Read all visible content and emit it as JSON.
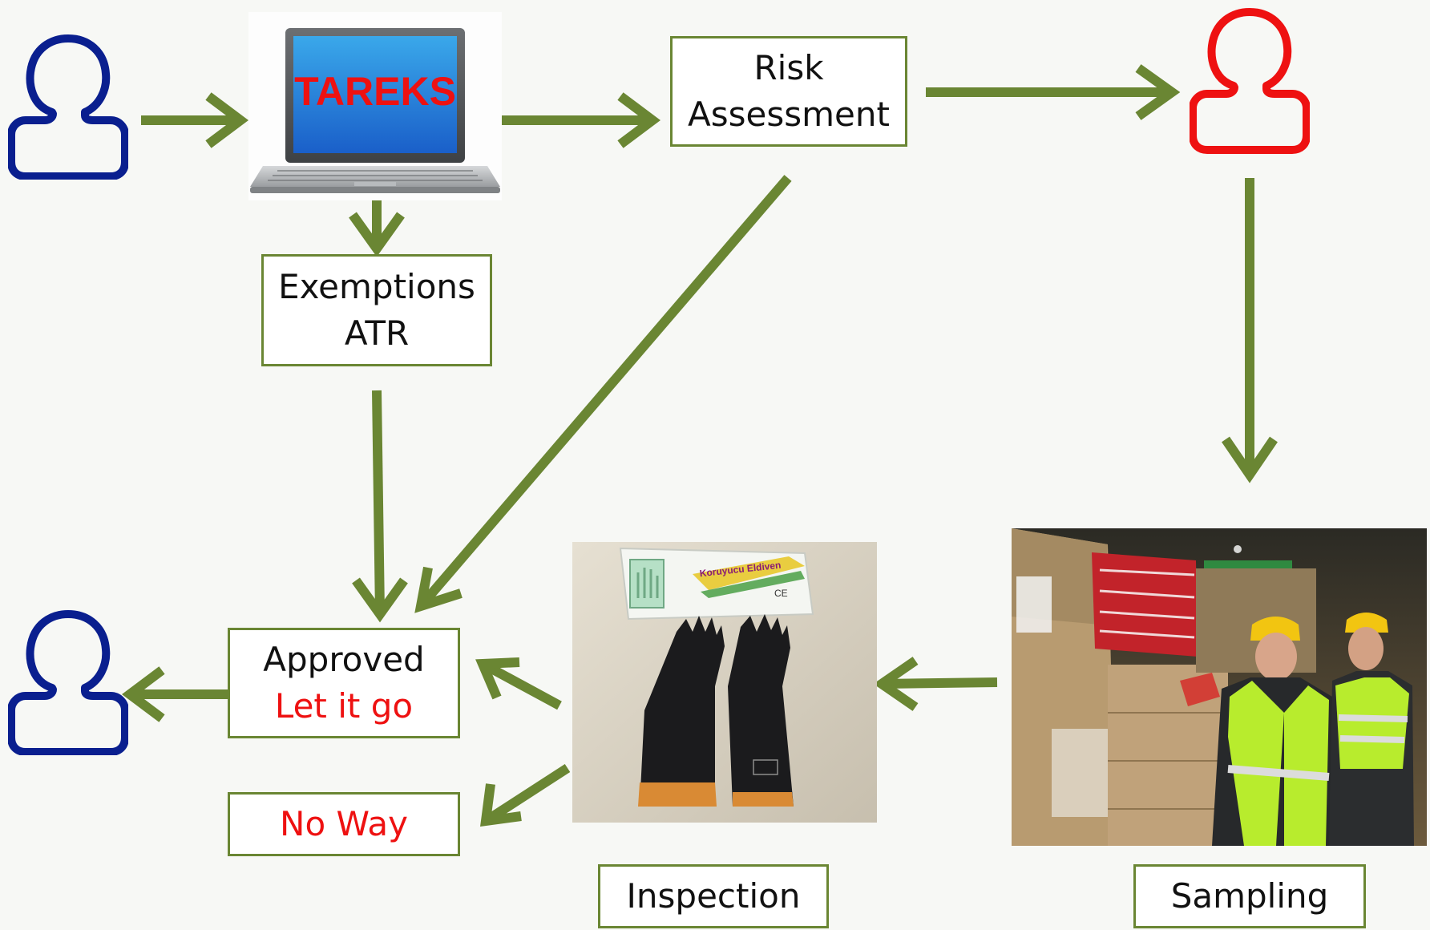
{
  "diagram": {
    "colors": {
      "arrow": "#6a8633",
      "box_border": "#6a8633",
      "applicant_icon": "#0a1f8f",
      "inspector_icon": "#ee1111",
      "highlight_text": "#ee1111",
      "tareks_text": "#ee1111"
    },
    "laptop": {
      "screen_text": "TAREKS"
    },
    "boxes": {
      "risk_assessment": [
        "Risk",
        "Assessment"
      ],
      "exemptions": [
        "Exemptions",
        "ATR"
      ],
      "approved": "Approved",
      "let_it_go": "Let it go",
      "no_way": "No Way",
      "inspection": "Inspection",
      "sampling": "Sampling"
    },
    "icons": {
      "applicant_top": "user-outline-icon",
      "applicant_bottom": "user-outline-icon",
      "inspector": "user-outline-icon",
      "laptop": "laptop-icon",
      "gloves_photo": "gloves-photo",
      "warehouse_photo": "warehouse-photo"
    },
    "photo_labels": {
      "gloves_package": "Koruyucu Eldiven",
      "gloves_mark": "CE"
    }
  }
}
